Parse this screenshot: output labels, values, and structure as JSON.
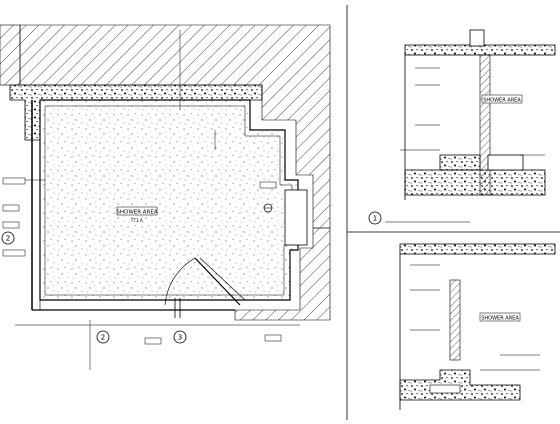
{
  "plan": {
    "room_label": "SHOWER AREA",
    "room_sublabel": "FT1 A",
    "markers": [
      "2",
      "2",
      "3"
    ]
  },
  "section_top": {
    "room_label": "SHOWER AREA",
    "marker": "1"
  },
  "section_bottom": {
    "room_label": "SHOWER AREA"
  },
  "colors": {
    "ink": "#000000",
    "paper": "#ffffff",
    "hatch": "#000000"
  }
}
